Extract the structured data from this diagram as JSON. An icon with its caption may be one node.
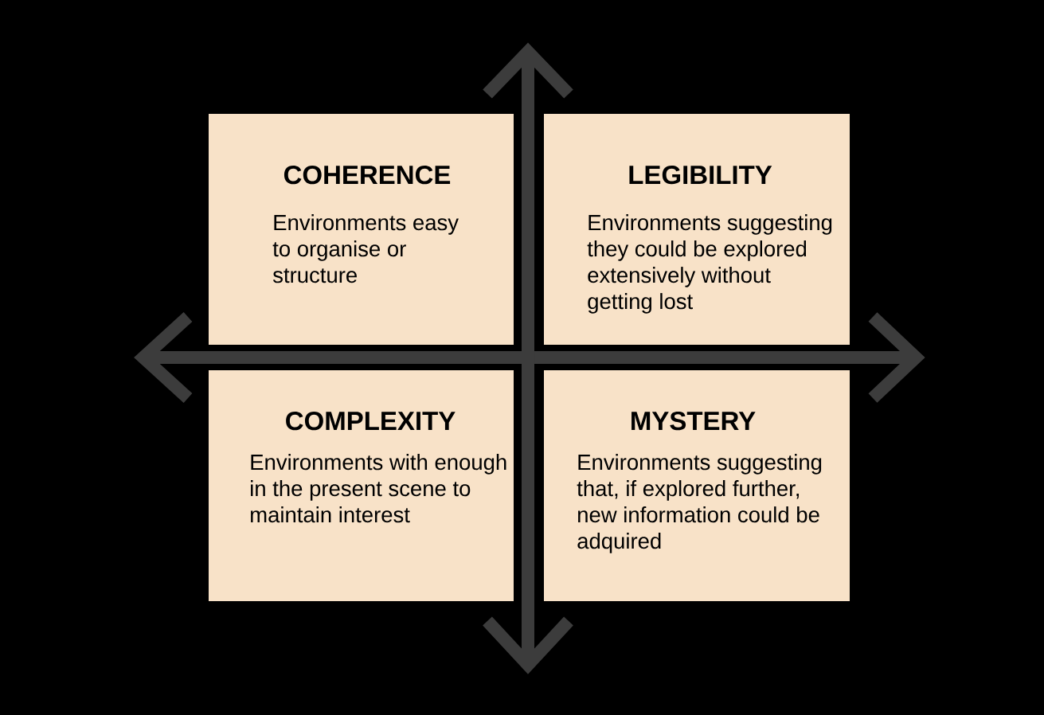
{
  "diagram": {
    "nodes": [
      {
        "text": [
          "COHERENCE",
          "Environments easy to organise or structure"
        ]
      },
      {
        "text": [
          "LEGIBILITY",
          "Environments suggesting they could be explored extensively without getting lost"
        ]
      },
      {
        "text": [
          "COMPLEXITY",
          "Environments with enough in the present scene to maintain interest"
        ]
      },
      {
        "text": [
          "MYSTERY",
          "Environments suggesting that, if explored further, new information could be adquired"
        ]
      }
    ]
  }
}
